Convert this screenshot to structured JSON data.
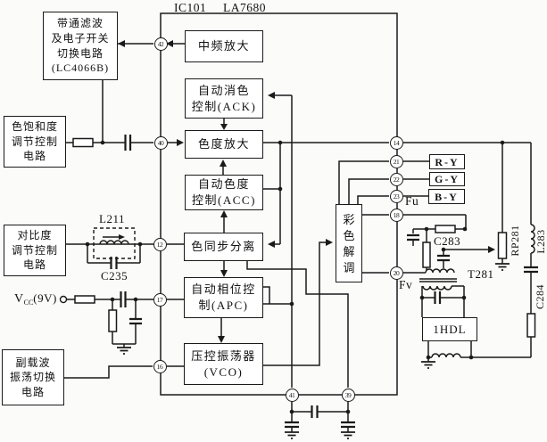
{
  "header": {
    "ic_ref": "IC101",
    "ic_part": "LA7680"
  },
  "external_blocks": {
    "bandpass": {
      "lines": [
        "带通滤波",
        "及电子开关",
        "切换电路",
        "(LC4066B)"
      ]
    },
    "saturation": {
      "lines": [
        "色饱和度",
        "调节控制",
        "电路"
      ]
    },
    "contrast": {
      "lines": [
        "对比度",
        "调节控制",
        "电路"
      ]
    },
    "subcarrier": {
      "lines": [
        "副载波",
        "振荡切换",
        "电路"
      ]
    }
  },
  "internal_blocks": {
    "if_amp": {
      "lines": [
        "中频放大"
      ]
    },
    "ack": {
      "lines": [
        "自动消色",
        "控制(ACK)"
      ]
    },
    "chroma_amp": {
      "lines": [
        "色度放大"
      ]
    },
    "acc": {
      "lines": [
        "自动色度",
        "控制(ACC)"
      ]
    },
    "burst_sep": {
      "lines": [
        "色同步分离"
      ]
    },
    "apc": {
      "lines": [
        "自动相位控",
        "制(APC)"
      ]
    },
    "vco": {
      "lines": [
        "压控振荡器",
        "(VCO)"
      ]
    },
    "demod": {
      "chars": [
        "彩",
        "色",
        "解",
        "调"
      ]
    }
  },
  "output_blocks": {
    "ry": "R-Y",
    "gy": "G-Y",
    "by": "B-Y"
  },
  "pins": {
    "p42": "42",
    "p40": "40",
    "p12": "12",
    "p17": "17",
    "p16": "16",
    "p41": "41",
    "p39": "39",
    "p14": "14",
    "p21": "21",
    "p22": "22",
    "p23": "23",
    "p18": "18",
    "p20": "20"
  },
  "labels": {
    "l211": "L211",
    "c235": "C235",
    "c283": "C283",
    "t281": "T281",
    "rp281": "RP281",
    "l283": "L283",
    "c284": "C284",
    "hdl": "1HDL",
    "fu": "Fu",
    "fv": "Fv",
    "vcc_main": "V",
    "vcc_sub": "CC",
    "vcc_suffix": "(9V)"
  },
  "colors": {
    "ink": "#1a1a1a",
    "paper": "#fbfbfa"
  }
}
